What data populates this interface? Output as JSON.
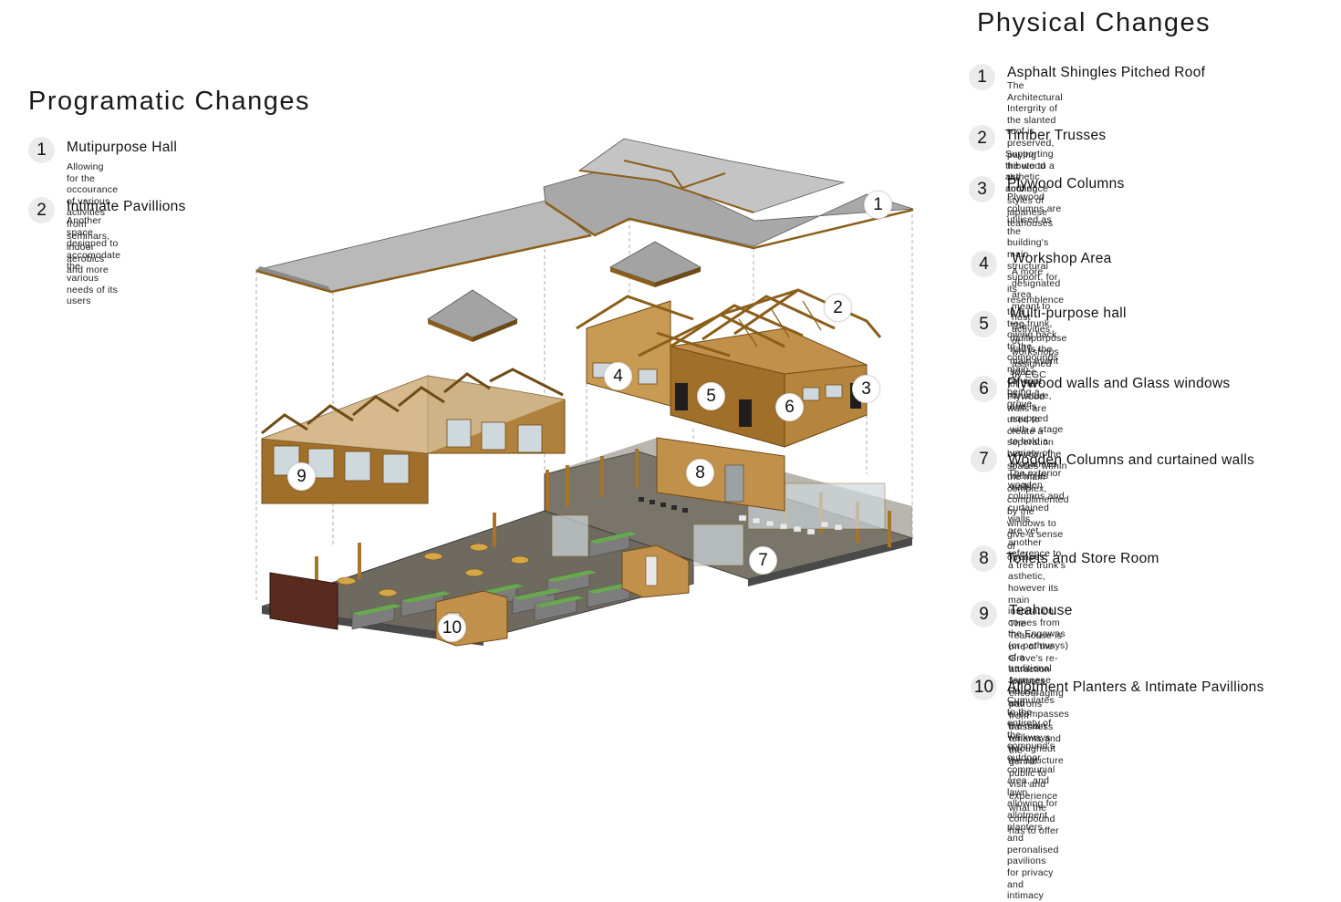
{
  "programmatic": {
    "heading": "Programatic Changes",
    "items": [
      {
        "num": "1",
        "title": "Mutipurpose Hall",
        "desc": "Allowing for the  occourance of various activities\nfrom seminars, indoor aerobics and more"
      },
      {
        "num": "2",
        "title": "Intimate Pavillions",
        "desc": "Another space designed to accomodate the\nvarious needs of its users"
      }
    ]
  },
  "physical": {
    "heading": "Physical Changes",
    "items": [
      {
        "num": "1",
        "title": "Asphalt Shingles Pitched Roof",
        "desc": "The Architectural Intergrity of the slanted\nroof is preserved, paying tribute to a the\nroofing styles of japanese teahouses"
      },
      {
        "num": "2",
        "title": "Timber Trusses",
        "desc": "Supporting the wood asthetic ambience"
      },
      {
        "num": "3",
        "title": "Plywood Columns",
        "desc": "Plywood columns are utilised as the building's\nmain structural support, for its resemblence to a\ntree trunk, owing back to the compounds\nmain concept being a grove."
      },
      {
        "num": "4",
        "title": "Workshop Area",
        "desc": "A more designated area meant to host activities\nor workshops assigned by EGC"
      },
      {
        "num": "5",
        "title": "Multi-purpose hall",
        "desc": "The multipurpose hall is the main event space\nof the structure, and is equpped with a stage\nto hold a variety of progarmes within  its walls"
      },
      {
        "num": "6",
        "title": "Plywood walls and Glass windows",
        "desc": "Plywood walls are used to create a seperation\nbetween the spaces within the main complex,\ncomplimented by the windows to give a sense of\nopeness"
      },
      {
        "num": "7",
        "title": "Wooden Columns and curtained walls",
        "desc": "The exterior wooden columns and curtained walls\nare yet another reference to a tree trunk's asthetic,\nhowever its main inspiration comes from\nthe Engawas (or pathways) of a traditional Japanese House,\nand encompasses the main walkways throughout the structure"
      },
      {
        "num": "8",
        "title": "Toilets and Store Room",
        "desc": ""
      },
      {
        "num": "9",
        "title": "Teahouse",
        "desc": "The Teahouse is one of the Grove's re-attraction features,\nencouraging patrons from buissness tenants and the\ngenral public to visit and experience what the compound\nhas to offer"
      },
      {
        "num": "10",
        "title": "Allotment Planters & Intimate Pavillions",
        "desc": "Cumulates to the entirety of the compund's outdoor\ncommunial area, and lawn, allowing for allotment planters\nand peronalised pavilions for privacy and intimacy"
      }
    ]
  },
  "diagram": {
    "callouts": [
      "1",
      "2",
      "3",
      "4",
      "5",
      "6",
      "7",
      "8",
      "9",
      "10"
    ],
    "colors": {
      "roof": "#a9a9a9",
      "roof_dark": "#7d7d7d",
      "timber": "#b5822f",
      "timber_dark": "#7a5418",
      "floor": "#6f6a60",
      "glass": "#cfd8dc",
      "planter": "#6aa84f"
    }
  }
}
